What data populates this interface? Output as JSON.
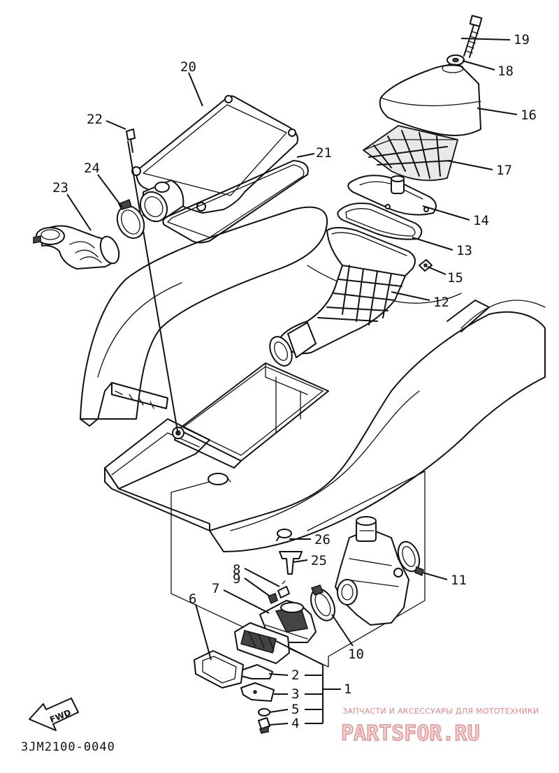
{
  "diagram_code": "3JM2100-0040",
  "fwd_label": "FWD",
  "callouts": {
    "c1": "1",
    "c2": "2",
    "c3": "3",
    "c4": "4",
    "c5": "5",
    "c6": "6",
    "c7": "7",
    "c8": "8",
    "c9": "9",
    "c10": "10",
    "c11": "11",
    "c12": "12",
    "c13": "13",
    "c14": "14",
    "c15": "15",
    "c16": "16",
    "c17": "17",
    "c18": "18",
    "c19": "19",
    "c20": "20",
    "c21": "21",
    "c22": "22",
    "c23": "23",
    "c24": "24",
    "c25": "25",
    "c26": "26"
  },
  "watermark": {
    "tagline": "ЗАПЧАСТИ И АКСЕССУАРЫ ДЛЯ МОТОТЕХНИКИ",
    "logo": "PARTSFOR.RU"
  }
}
